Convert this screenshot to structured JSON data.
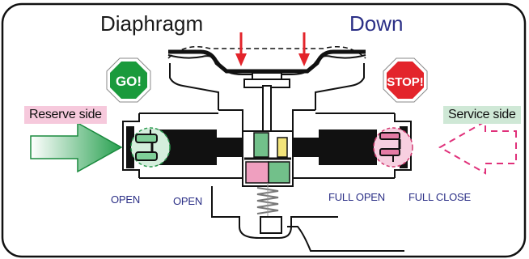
{
  "labels": {
    "diaphragm": "Diaphragm",
    "direction": "Down",
    "go_sign": "GO!",
    "stop_sign": "STOP!",
    "reserve_side": "Reserve side",
    "service_side": "Service side",
    "valve_left_outer": "OPEN",
    "valve_left_inner": "OPEN",
    "valve_right_inner": "FULL OPEN",
    "valve_right_outer": "FULL CLOSE"
  },
  "colors": {
    "go_sign": "#1a9a3c",
    "stop_sign": "#e3242b",
    "arrow_down": "#e3242b",
    "reserve_flow": "#3aaa5c",
    "service_flow": "#e0307a",
    "valve_green": "#72c08a",
    "valve_pink": "#ef9fbf",
    "valve_yellow": "#f3e47a"
  },
  "icons": {
    "go": "octagon-go-sign-icon",
    "stop": "octagon-stop-sign-icon",
    "reserve_flow": "solid-right-arrow-icon",
    "service_flow": "dashed-left-arrow-icon",
    "down_arrows": "red-down-arrow-icon"
  }
}
